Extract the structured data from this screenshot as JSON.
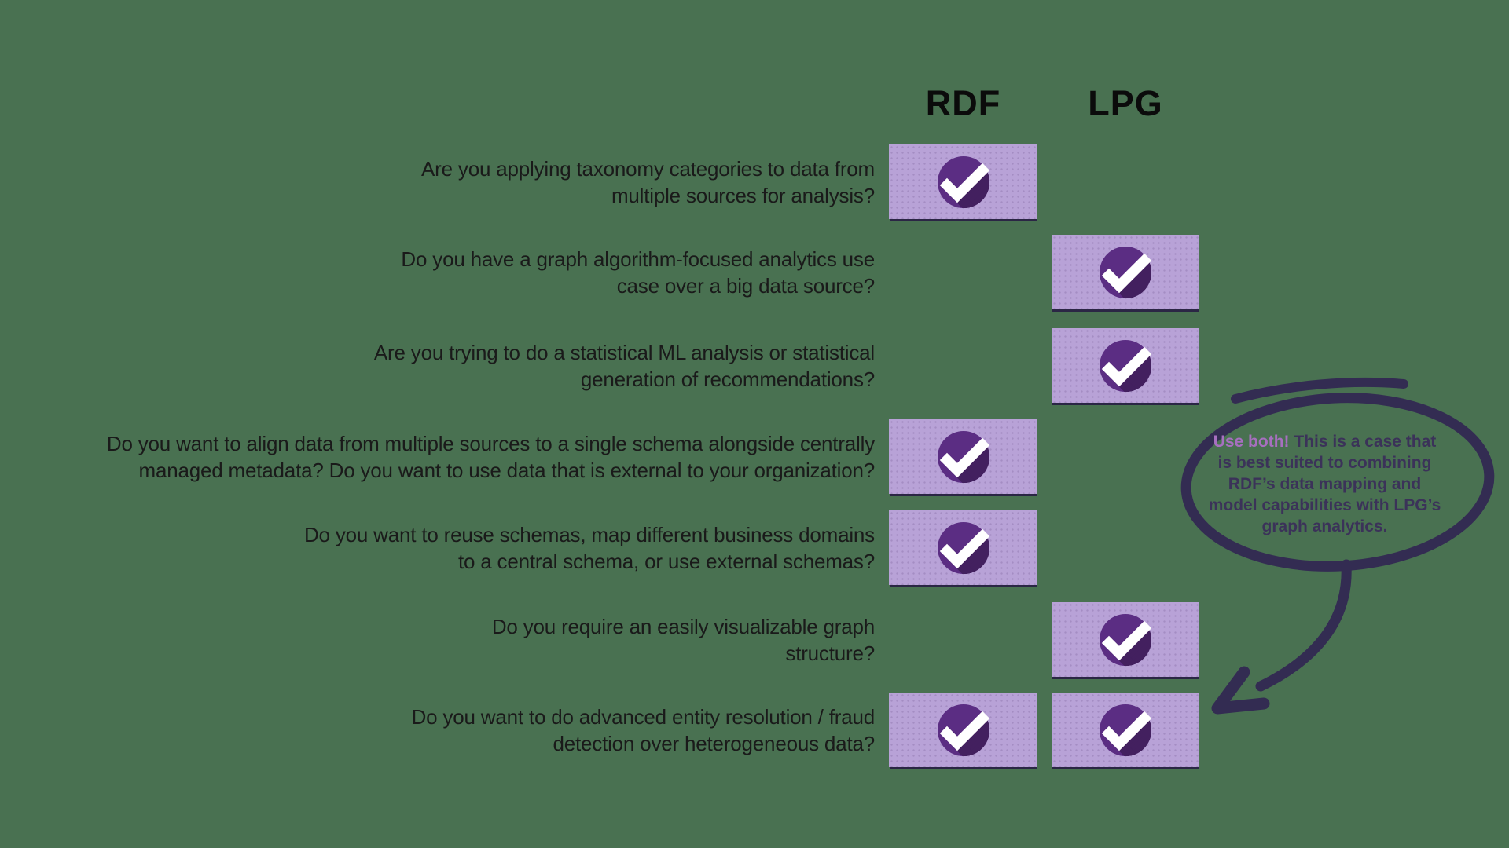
{
  "colors": {
    "background": "#497151",
    "cell": "#b8a2d7",
    "check_circle": "#5b2d83",
    "check_long_shadow": "#43205f",
    "check_mark": "#ffffff",
    "ink": "#332c52",
    "header_text": "#0b0b0b",
    "question_text": "#1a1a1a",
    "highlight": "#a76fc0",
    "bubble_text": "#3b3259"
  },
  "columns": [
    {
      "label": "RDF"
    },
    {
      "label": "LPG"
    }
  ],
  "rows": [
    {
      "question_lines": [
        "Are you applying taxonomy categories to data from",
        "multiple sources for analysis?"
      ],
      "checks": {
        "rdf": true,
        "lpg": false
      }
    },
    {
      "question_lines": [
        "Do you have a graph algorithm-focused analytics use",
        "case over a big data source?"
      ],
      "checks": {
        "rdf": false,
        "lpg": true
      }
    },
    {
      "question_lines": [
        "Are you trying to do a statistical ML analysis or statistical",
        "generation of recommendations?"
      ],
      "checks": {
        "rdf": false,
        "lpg": true
      }
    },
    {
      "question_lines": [
        "Do you want to align data from multiple sources to a single schema alongside centrally",
        "managed metadata? Do you want to use data that is external to your organization?"
      ],
      "checks": {
        "rdf": true,
        "lpg": false
      }
    },
    {
      "question_lines": [
        "Do you want to reuse schemas, map different business domains",
        "to a central schema, or use external schemas?"
      ],
      "checks": {
        "rdf": true,
        "lpg": false
      }
    },
    {
      "question_lines": [
        "Do you require an easily visualizable graph",
        "structure?"
      ],
      "checks": {
        "rdf": false,
        "lpg": true
      }
    },
    {
      "question_lines": [
        "Do you want to do advanced entity resolution / fraud",
        "detection over heterogeneous data?"
      ],
      "checks": {
        "rdf": true,
        "lpg": true
      }
    }
  ],
  "bubble": {
    "highlight": "Use both!",
    "line1_rest": " This is a case that",
    "lines_rest": [
      "is best suited to combining",
      "RDF’s data mapping and",
      "model capabilities with LPG’s",
      "graph analytics."
    ]
  }
}
